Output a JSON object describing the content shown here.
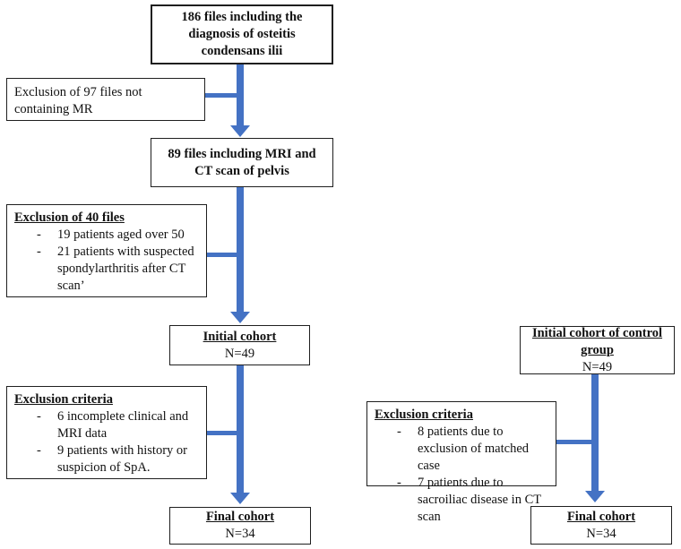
{
  "theme": {
    "arrow_color": "#4472C4",
    "box_border_color": "#1f1f1f",
    "background": "#ffffff",
    "text_color": "#111111"
  },
  "flowchart": {
    "bullet_char": "-",
    "top_box": {
      "text": "186 files including the diagnosis of osteitis condensans ilii"
    },
    "exclusion_97": {
      "text": "Exclusion of 97 files not containing MR"
    },
    "mri_ct_box": {
      "text": "89 files including MRI and CT scan of pelvis"
    },
    "exclusion_40": {
      "title": "Exclusion of 40 files",
      "items": [
        "19 patients aged over 50",
        "21 patients with suspected spondylarthritis after CT scan’"
      ]
    },
    "initial_cohort": {
      "title": "Initial cohort",
      "n": "N=49"
    },
    "initial_cohort_control": {
      "title": "Initial cohort of control group",
      "n": "N=49"
    },
    "exclusion_criteria_left": {
      "title": "Exclusion criteria",
      "items": [
        "6 incomplete clinical and MRI data",
        "9 patients with history or suspicion of SpA."
      ]
    },
    "exclusion_criteria_right": {
      "title": "Exclusion criteria",
      "items": [
        "8 patients due to exclusion of matched case",
        "7 patients due to sacroiliac disease in CT scan"
      ]
    },
    "final_cohort": {
      "title": "Final cohort",
      "n": "N=34"
    },
    "final_cohort_control": {
      "title": "Final cohort",
      "n": "N=34"
    }
  }
}
